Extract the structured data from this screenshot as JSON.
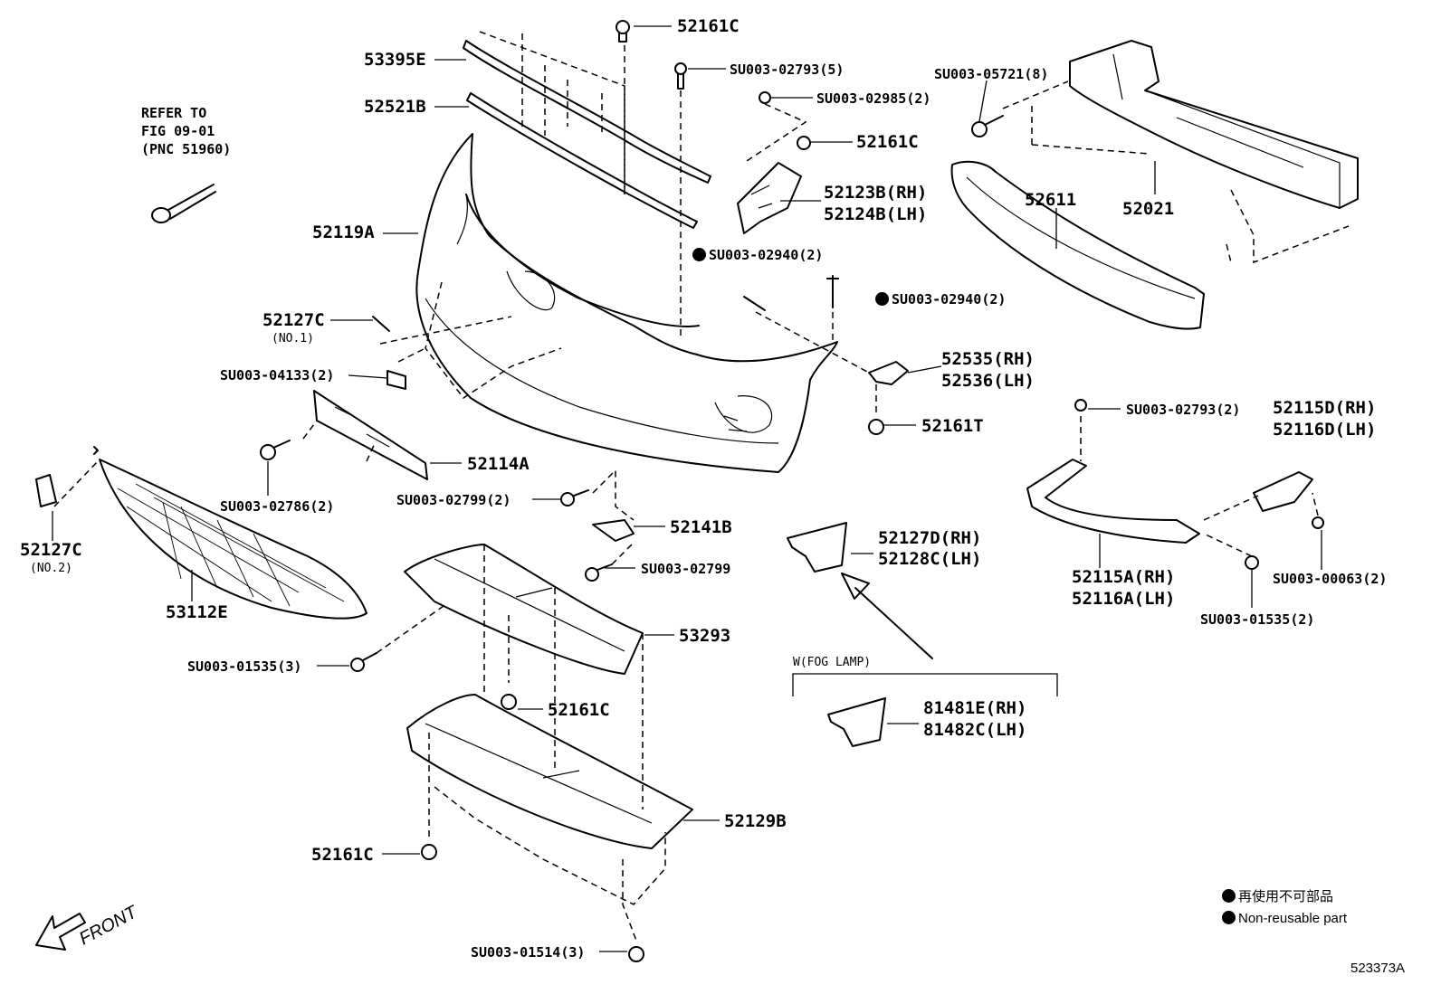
{
  "refer": {
    "line1": "REFER TO",
    "line2": "FIG 09-01",
    "line3": "(PNC 51960)"
  },
  "parts": {
    "p52161C_top": "52161C",
    "p53395E": "53395E",
    "pSU00302793_5": "SU003-02793(5)",
    "pSU00302985_2": "SU003-02985(2)",
    "pSU00305721_8": "SU003-05721(8)",
    "p52521B": "52521B",
    "p52161C_mid": "52161C",
    "p52123B": "52123B(RH)",
    "p52124B": "52124B(LH)",
    "p52611": "52611",
    "p52021": "52021",
    "p52119A": "52119A",
    "pSU00302940_a": "SU003-02940(2)",
    "pSU00302940_b": "SU003-02940(2)",
    "p52127C_1": "52127C",
    "p52127C_1_sub": "(NO.1)",
    "pSU00304133_2": "SU003-04133(2)",
    "p52535": "52535(RH)",
    "p52536": "52536(LH)",
    "p52161T": "52161T",
    "pSU00302793_2": "SU003-02793(2)",
    "p52115D": "52115D(RH)",
    "p52116D": "52116D(LH)",
    "p52114A": "52114A",
    "pSU00302786_2": "SU003-02786(2)",
    "pSU00302799_2": "SU003-02799(2)",
    "p52127C_2": "52127C",
    "p52127C_2_sub": "(NO.2)",
    "p52141B": "52141B",
    "pSU00302799": "SU003-02799",
    "p52127D": "52127D(RH)",
    "p52128C": "52128C(LH)",
    "pSU00300063_2": "SU003-00063(2)",
    "p52115A": "52115A(RH)",
    "p52116A": "52116A(LH)",
    "pSU00301535_2": "SU003-01535(2)",
    "p53112E": "53112E",
    "p53293": "53293",
    "pSU00301535_3": "SU003-01535(3)",
    "fog_lamp": "W(FOG LAMP)",
    "p52161C_low": "52161C",
    "p81481E": "81481E(RH)",
    "p81482C": "81482C(LH)",
    "p52129B": "52129B",
    "p52161C_bot": "52161C",
    "pSU00301514_3": "SU003-01514(3)"
  },
  "legend": {
    "jp": "再使用不可部品",
    "en": "Non-reusable part"
  },
  "front_label": "FRONT",
  "figure_id": "523373A"
}
